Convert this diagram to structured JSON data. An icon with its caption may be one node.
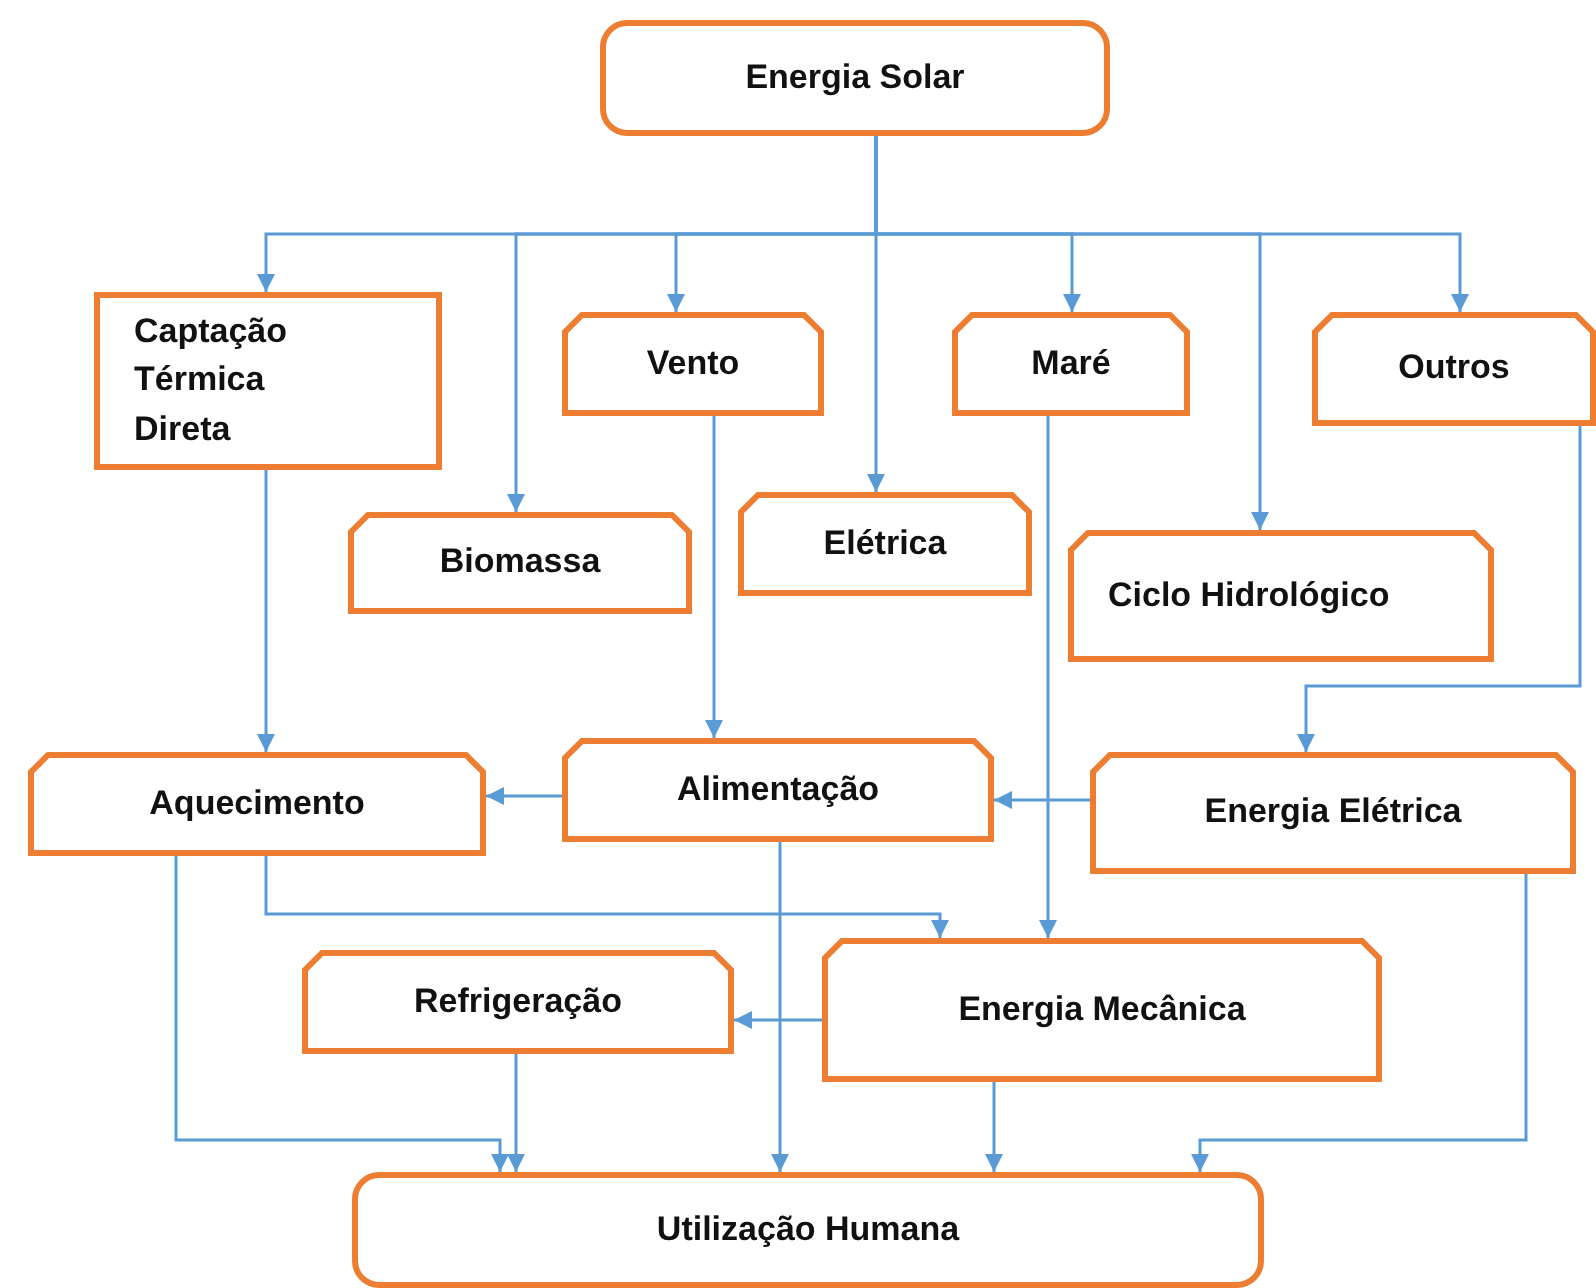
{
  "diagram": {
    "nodes": [
      {
        "text": [
          "Energia Solar"
        ]
      },
      {
        "text": [
          "Captação Térmica Direta"
        ]
      },
      {
        "text": [
          "Vento"
        ]
      },
      {
        "text": [
          "Maré"
        ]
      },
      {
        "text": [
          "Outros"
        ]
      },
      {
        "text": [
          "Biomassa"
        ]
      },
      {
        "text": [
          "Elétrica"
        ]
      },
      {
        "text": [
          "Ciclo Hidrológico"
        ]
      },
      {
        "text": [
          "Aquecimento"
        ]
      },
      {
        "text": [
          "Alimentação"
        ]
      },
      {
        "text": [
          "Energia Elétrica"
        ]
      },
      {
        "text": [
          "Refrigeração"
        ]
      },
      {
        "text": [
          "Energia Mecânica"
        ]
      },
      {
        "text": [
          "Utilização Humana"
        ]
      }
    ],
    "edges": [
      {
        "from": 0,
        "to": 1,
        "arrow": "to"
      },
      {
        "from": 0,
        "to": 5,
        "arrow": "to"
      },
      {
        "from": 0,
        "to": 2,
        "arrow": "to"
      },
      {
        "from": 0,
        "to": 6,
        "arrow": "to"
      },
      {
        "from": 0,
        "to": 3,
        "arrow": "to"
      },
      {
        "from": 0,
        "to": 7,
        "arrow": "to"
      },
      {
        "from": 0,
        "to": 4,
        "arrow": "to"
      },
      {
        "from": 1,
        "to": 8,
        "arrow": "to"
      },
      {
        "from": 2,
        "to": 9,
        "arrow": "to"
      },
      {
        "from": 4,
        "to": 10,
        "arrow": "to"
      },
      {
        "from": 3,
        "to": 12,
        "arrow": "to"
      },
      {
        "from": 9,
        "to": 8,
        "arrow": "to"
      },
      {
        "from": 10,
        "to": 9,
        "arrow": "to"
      },
      {
        "from": 8,
        "to": 12,
        "arrow": "to"
      },
      {
        "from": 12,
        "to": 11,
        "arrow": "to"
      },
      {
        "from": 8,
        "to": 13,
        "arrow": "to"
      },
      {
        "from": 11,
        "to": 13,
        "arrow": "to"
      },
      {
        "from": 9,
        "to": 13,
        "arrow": "to"
      },
      {
        "from": 12,
        "to": 13,
        "arrow": "to"
      },
      {
        "from": 10,
        "to": 13,
        "arrow": "to"
      }
    ]
  }
}
